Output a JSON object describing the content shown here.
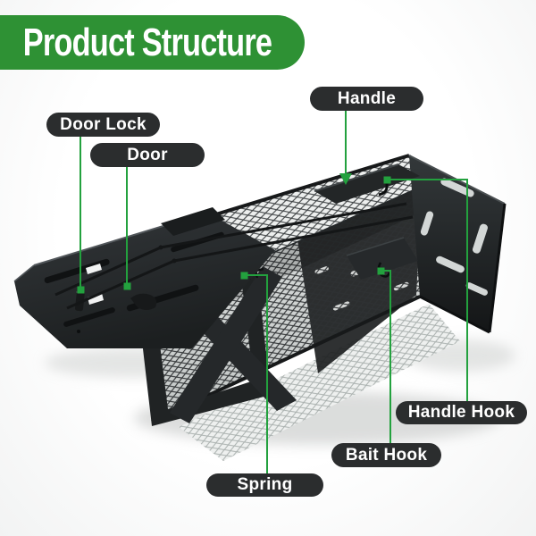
{
  "banner": {
    "title": "Product Structure",
    "bg_color": "#2E9134",
    "text_color": "#FFFFFF"
  },
  "labels": [
    {
      "name": "door-lock",
      "text": "Door Lock"
    },
    {
      "name": "door",
      "text": "Door"
    },
    {
      "name": "handle",
      "text": "Handle"
    },
    {
      "name": "handle-hook",
      "text": "Handle Hook"
    },
    {
      "name": "bait-hook",
      "text": "Bait Hook"
    },
    {
      "name": "spring",
      "text": "Spring"
    }
  ],
  "style": {
    "label_bg": "#2B2D2E",
    "label_text": "#FFFFFF",
    "leader_color": "#23A13E",
    "product_color": "#212425"
  },
  "illustration": {
    "subject": "humane cage rat trap with open door, mesh body, X-brace end panel"
  }
}
